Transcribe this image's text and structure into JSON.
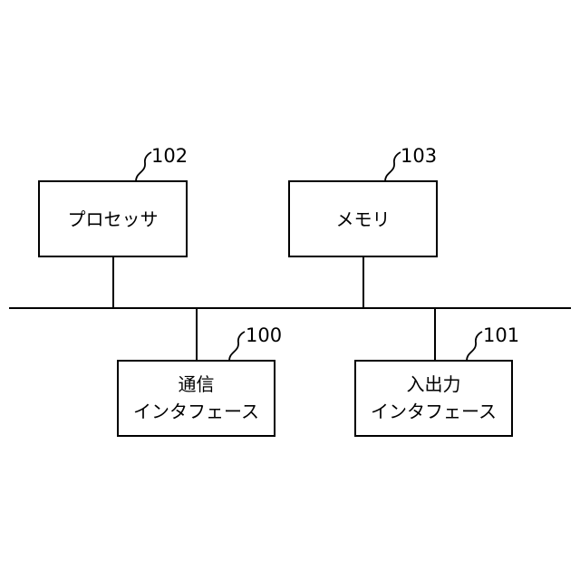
{
  "blocks": {
    "processor": {
      "label": "プロセッサ",
      "ref": "102"
    },
    "memory": {
      "label": "メモリ",
      "ref": "103"
    },
    "comm_interface": {
      "label_line1": "通信",
      "label_line2": "インタフェース",
      "ref": "100"
    },
    "io_interface": {
      "label_line1": "入出力",
      "label_line2": "インタフェース",
      "ref": "101"
    }
  }
}
